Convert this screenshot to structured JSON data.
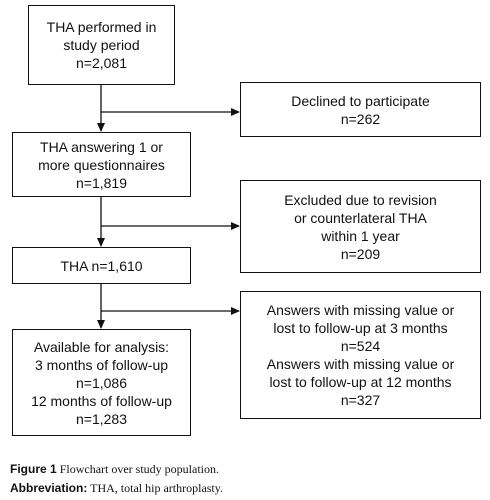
{
  "flowchart": {
    "box1": [
      "THA performed in",
      "study period",
      "n=2,081"
    ],
    "box2": [
      "THA answering 1 or",
      "more questionnaires",
      "n=1,819"
    ],
    "box3": [
      "THA n=1,610"
    ],
    "box4": [
      "Available for analysis:",
      "3 months of follow-up",
      "n=1,086",
      "12 months of follow-up",
      "n=1,283"
    ],
    "excl1": [
      "Declined to participate",
      "n=262"
    ],
    "excl2": [
      "Excluded due to revision",
      "or counterlateral THA",
      "within 1 year",
      "n=209"
    ],
    "excl3": [
      "Answers with missing value or",
      "lost to follow-up at 3 months",
      "n=524",
      "Answers with missing value or",
      "lost to follow-up at 12 months",
      "n=327"
    ]
  },
  "caption": {
    "figure_label": "Figure 1",
    "figure_text": " Flowchart over study population.",
    "abbr_label": "Abbreviation:",
    "abbr_text": " THA, total hip arthroplasty."
  },
  "colors": {
    "line": "#111111"
  }
}
